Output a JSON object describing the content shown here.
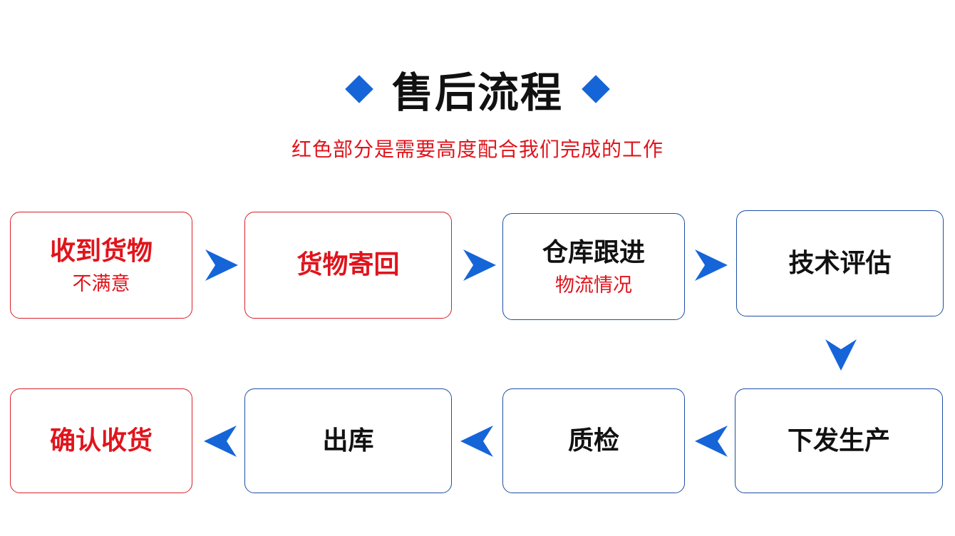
{
  "title": "售后流程",
  "subtitle": "红色部分是需要高度配合我们完成的工作",
  "steps": [
    {
      "label": "收到货物",
      "sub": "不满意"
    },
    {
      "label": "货物寄回"
    },
    {
      "label": "仓库跟进",
      "sub": "物流情况"
    },
    {
      "label": "技术评估"
    },
    {
      "label": "下发生产"
    },
    {
      "label": "质检"
    },
    {
      "label": "出库"
    },
    {
      "label": "确认收货"
    }
  ],
  "colors": {
    "accent_blue": "#1565d8",
    "highlight_red": "#e0141c",
    "border_red": "#d8202a",
    "border_blue": "#1e4fa3",
    "text_dark": "#111111"
  }
}
